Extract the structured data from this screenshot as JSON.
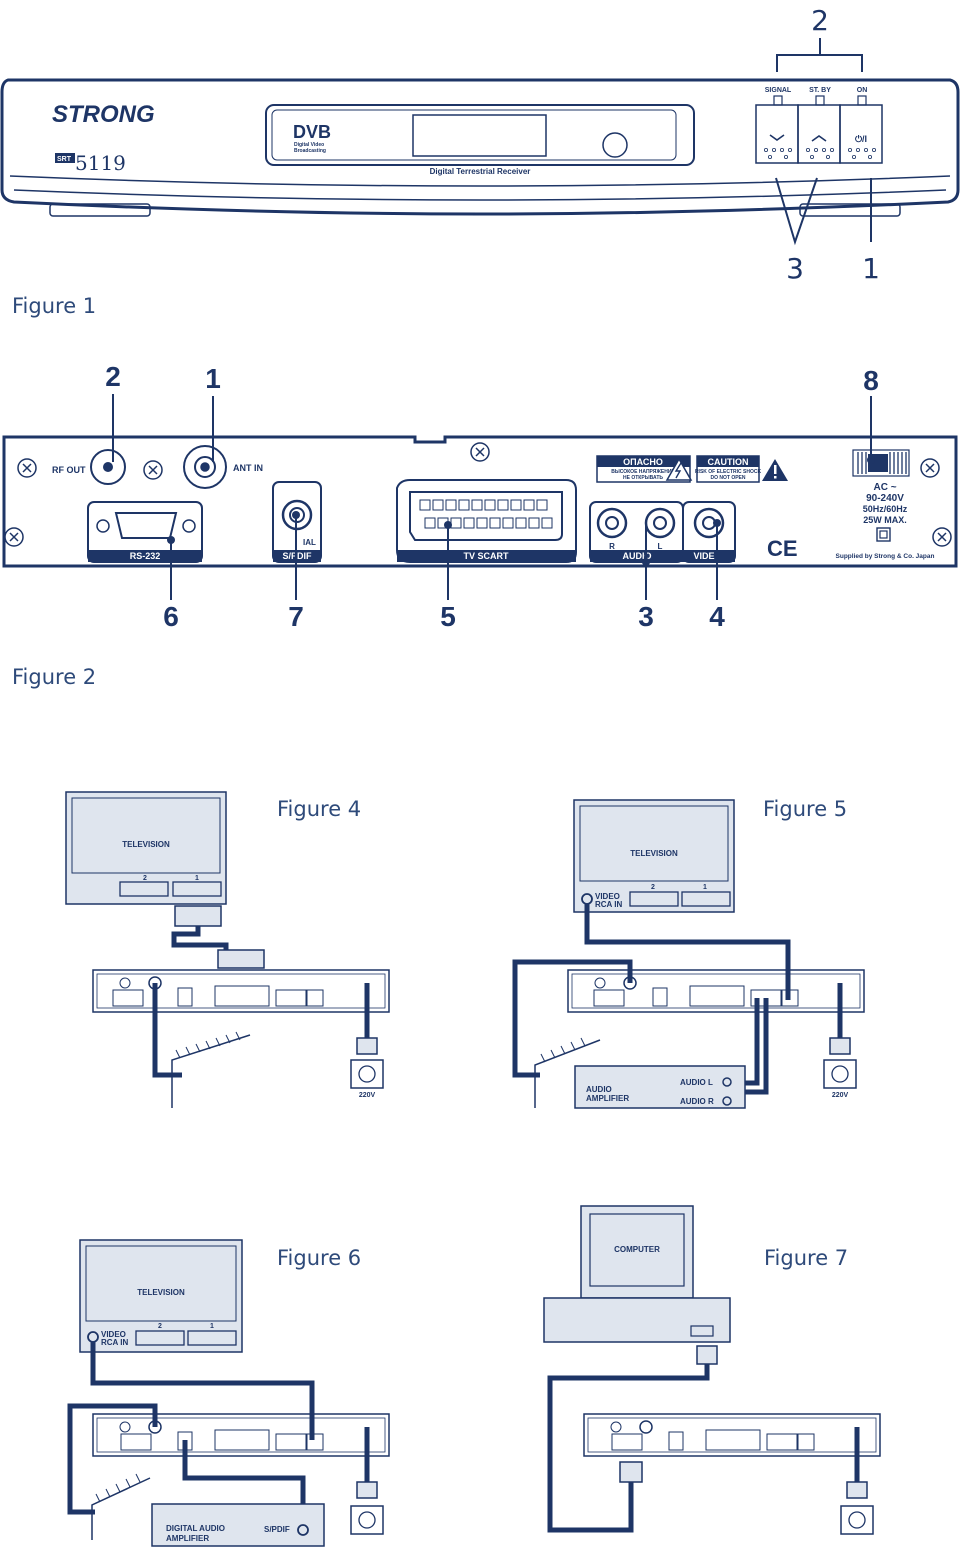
{
  "captions": {
    "fig1": "Figure 1",
    "fig2": "Figure 2",
    "fig4": "Figure 4",
    "fig5": "Figure 5",
    "fig6": "Figure 6",
    "fig7": "Figure 7"
  },
  "figure1": {
    "brand": "STRONG",
    "model_badge": "SRT",
    "model_number": "5119",
    "dvb_logo": "DVB",
    "dvb_sub1": "Digital Video",
    "dvb_sub2": "Broadcasting",
    "receiver_label": "Digital Terrestrial Receiver",
    "led_signal": "SIGNAL",
    "led_standby": "ST. BY",
    "led_on": "ON",
    "btn_down": "⌄",
    "btn_up": "⌃",
    "btn_power": "⏻/I",
    "callout_2": "2",
    "callout_3": "3",
    "callout_1": "1"
  },
  "figure2": {
    "rf_out": "RF OUT",
    "ant_in": "ANT IN",
    "rs232": "RS-232",
    "spdif": "S/PDIF",
    "coaxial": "IAL",
    "tv_scart": "TV SCART",
    "audio": "AUDIO",
    "audio_r": "R",
    "audio_l": "L",
    "video": "VIDE",
    "warning_ru": "ОПАСНО",
    "warning_ru_sub1": "ВЫСОКОЕ НАПРЯЖЕНИЕ",
    "warning_ru_sub2": "НЕ ОТКРЫВАТЬ",
    "caution": "CAUTION",
    "caution_sub1": "RISK OF ELECTRIC SHOCK",
    "caution_sub2": "DO NOT OPEN",
    "ac_line1": "AC ~",
    "ac_line2": "90-240V",
    "ac_line3": "50Hz/60Hz",
    "ac_line4": "25W MAX.",
    "ce_mark": "CE",
    "supplied": "Supplied by Strong & Co. Japan",
    "callout_2": "2",
    "callout_1": "1",
    "callout_8": "8",
    "callout_6": "6",
    "callout_7": "7",
    "callout_5": "5",
    "callout_3": "3",
    "callout_4": "4"
  },
  "figure4": {
    "tv": "TELEVISION",
    "scart2": "2",
    "scart1": "1"
  },
  "figure5": {
    "tv": "TELEVISION",
    "video_in_1": "VIDEO",
    "video_in_2": "RCA IN",
    "scart2": "2",
    "scart1": "1",
    "amp_1": "AUDIO",
    "amp_2": "AMPLIFIER",
    "audio_l": "AUDIO L",
    "audio_r": "AUDIO R",
    "voltage": "220V"
  },
  "figure4_voltage": "220V",
  "figure6": {
    "tv": "TELEVISION",
    "video_in_1": "VIDEO",
    "video_in_2": "RCA IN",
    "scart2": "2",
    "scart1": "1",
    "amp_1": "DIGITAL AUDIO",
    "amp_2": "AMPLIFIER",
    "spdif": "S/PDIF"
  },
  "figure7": {
    "computer": "COMPUTER"
  }
}
